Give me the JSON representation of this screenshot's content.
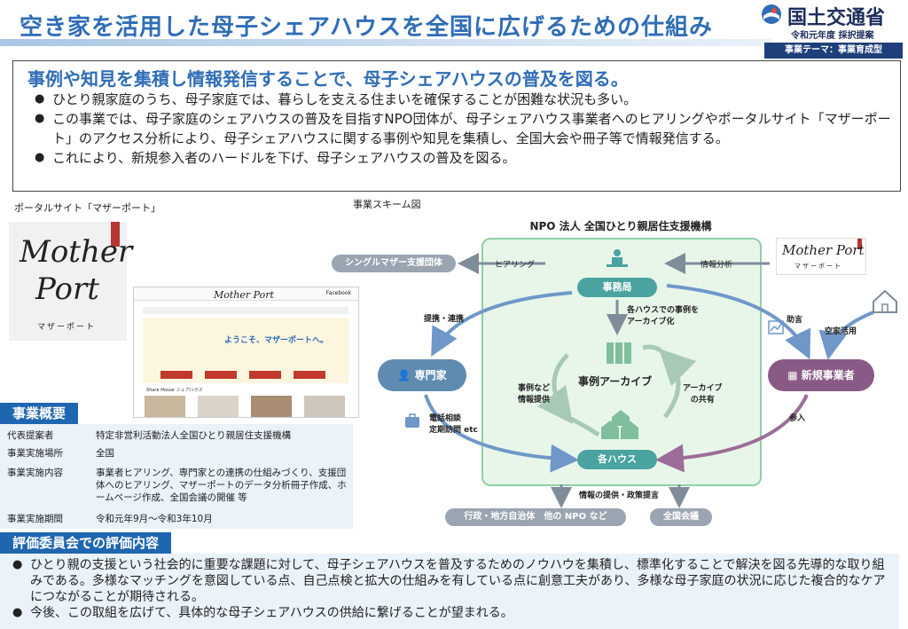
{
  "header": {
    "title": "空き家を活用した母子シェアハウスを全国に広げるための仕組み",
    "ministry": "国土交通省",
    "ministry_sub": "令和元年度 採択提案",
    "theme_tag": "事業テーマ：事業育成型"
  },
  "summary": {
    "headline": "事例や知見を集積し情報発信することで、母子シェアハウスの普及を図る。",
    "bullets": [
      "ひとり親家庭のうち、母子家庭では、暮らしを支える住まいを確保することが困難な状況も多い。",
      "この事業では、母子家庭のシェアハウスの普及を目指すNPO団体が、母子シェアハウス事業者へのヒアリングやポータルサイト「マザーポート」のアクセス分析により、母子シェアハウスに関する事例や知見を集積し、全国大会や冊子等で情報発信する。",
      "これにより、新規参入者のハードルを下げ、母子シェアハウスの普及を図る。"
    ]
  },
  "portal": {
    "label": "ポータルサイト「マザーポート」",
    "logo_line1": "Mother",
    "logo_line2": "Port",
    "logo_kana": "マザーポート",
    "site_brand": "Mother Port",
    "site_hero": "ようこそ、マザーポートへ。",
    "site_fb": "Facebook",
    "site_section": "Share House シェアハウス"
  },
  "overview": {
    "heading": "事業概要",
    "rows": [
      {
        "key": "代表提案者",
        "value": "特定非営利活動法人全国ひとり親居住支援機構"
      },
      {
        "key": "事業実施場所",
        "value": "全国"
      },
      {
        "key": "事業実施内容",
        "value": "事業者ヒアリング、専門家との連携の仕組みづくり、支援団体へのヒアリング、マザーポートのデータ分析冊子作成、ホームページ作成、全国会議の開催 等"
      },
      {
        "key": "事業実施期間",
        "value": "令和元年9月～令和3年10月"
      }
    ]
  },
  "evaluation": {
    "heading": "評価委員会での評価内容",
    "bullets": [
      "ひとり親の支援という社会的に重要な課題に対して、母子シェアハウスを普及するためのノウハウを集積し、標準化することで解決を図る先導的な取り組みである。多様なマッチングを意図している点、自己点検と拡大の仕組みを有している点に創意工夫があり、多様な母子家庭の状況に応じた複合的なケアにつながることが期待される。",
      "今後、この取組を広げて、具体的な母子シェアハウスの供給に繋げることが望まれる。"
    ]
  },
  "scheme": {
    "title": "事業スキーム図",
    "npo_name": "NPO 法人 全国ひとり親居住支援機構",
    "jimukyoku": "事務局",
    "archive": "事例アーカイブ",
    "kakuhouse": "各ハウス",
    "single_mother_org": "シングルマザー支援団体",
    "senmonka": "専門家",
    "shinki": "新規事業者",
    "gyosei": "行政・地方自治体　他の NPO など",
    "zenkoku": "全国会議",
    "hearing": "ヒアリング",
    "info_analysis": "情報分析",
    "teikei": "提携・連携",
    "archive_each": "各ハウスでの事例を\nアーカイブ化",
    "jirei_joho": "事例など\n情報提供",
    "archive_share": "アーカイブ\nの共有",
    "denwa": "電話相談\n定期訪問 etc",
    "jogen": "助言",
    "akiya": "空家活用",
    "sannyu": "参入",
    "teikyo": "情報の提供・政策提言",
    "mp_right_logo": "Mother Port",
    "mp_right_kana": "マザーポート"
  },
  "colors": {
    "title_blue": "#2f6db6",
    "section_blue": "#1f66b0",
    "npo_green": "#8dd1a6",
    "teal": "#4aa39e",
    "senmonka_blue": "#5f8bb0",
    "shinki_purple": "#8a5a86"
  }
}
